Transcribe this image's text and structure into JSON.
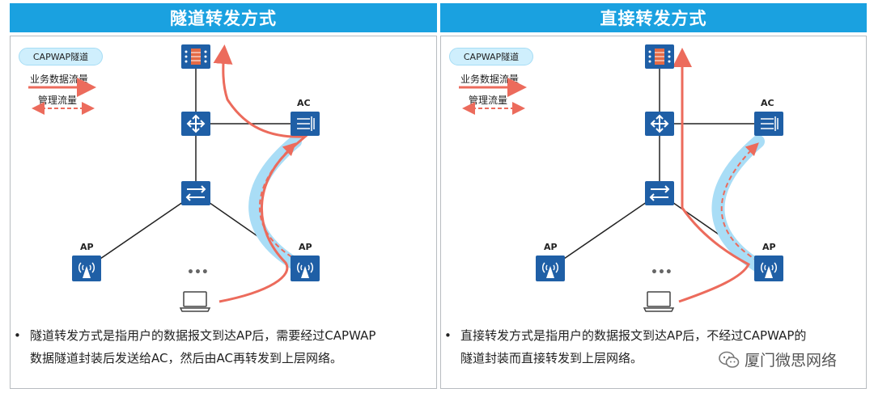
{
  "left": {
    "title": "隧道转发方式",
    "legend": {
      "capwap": "CAPWAP隧道",
      "data_flow": "业务数据流量",
      "mgmt_flow": "管理流量"
    },
    "labels": {
      "ac": "AC",
      "ap_left": "AP",
      "ap_right": "AP",
      "dots": "•••"
    },
    "description": [
      "隧道转发方式是指用户的数据报文到达AP后，需要经过CAPWAP",
      "数据隧道封装后发送给AC，然后由AC再转发到上层网络。"
    ]
  },
  "right": {
    "title": "直接转发方式",
    "legend": {
      "capwap": "CAPWAP隧道",
      "data_flow": "业务数据流量",
      "mgmt_flow": "管理流量"
    },
    "labels": {
      "ac": "AC",
      "ap_left": "AP",
      "ap_right": "AP",
      "dots": "•••"
    },
    "description": [
      "直接转发方式是指用户的数据报文到达AP后，不经过CAPWAP的",
      "隧道封装而直接转发到上层网络。"
    ]
  },
  "watermark": {
    "text": "厦门微思网络"
  },
  "colors": {
    "header": "#1aa1e0",
    "device": "#1f5fa6",
    "tunnel": "#a9ddf6",
    "data_flow": "#ec6b5c"
  }
}
